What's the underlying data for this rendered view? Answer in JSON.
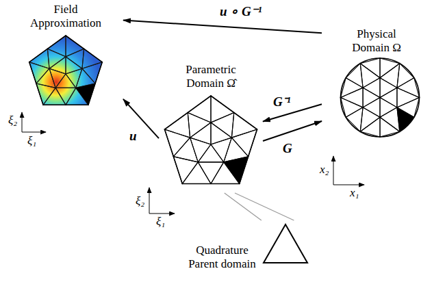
{
  "diagram": {
    "nodes": [
      {
        "text": [
          "Field Approximation"
        ]
      },
      {
        "text": [
          "Parametric Domain Ω̂"
        ]
      },
      {
        "text": [
          "Physical Domain Ω"
        ]
      },
      {
        "text": [
          "Quadrature Parent domain"
        ]
      }
    ],
    "edges": [
      {
        "from": 2,
        "to": 0,
        "arrow": "to",
        "label": "u ∘ G⁻¹"
      },
      {
        "from": 1,
        "to": 0,
        "arrow": "to",
        "label": "u"
      },
      {
        "from": 2,
        "to": 1,
        "arrow": "to",
        "label": "G⁻¹"
      },
      {
        "from": 1,
        "to": 2,
        "arrow": "to",
        "label": "G"
      },
      {
        "from": 3,
        "to": 1,
        "arrow": "none"
      }
    ],
    "labels": [
      "ξ₂",
      "ξ₁",
      "ξ₂",
      "ξ₁",
      "x₂",
      "x₁"
    ]
  }
}
